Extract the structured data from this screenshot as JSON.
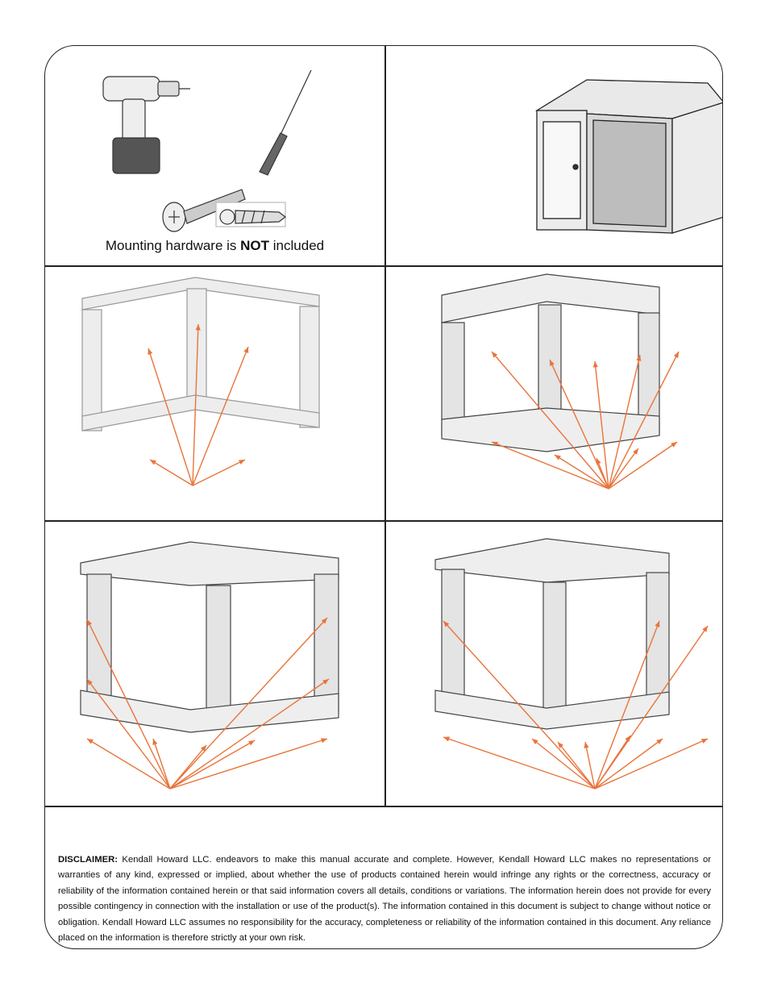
{
  "panel1": {
    "caption_prefix": "Mounting hardware is",
    "caption_emphasis": "NOT",
    "caption_suffix": "included"
  },
  "disclaimer": {
    "label": "DISCLAIMER:",
    "text": "Kendall Howard LLC. endeavors to make this manual accurate and complete. However, Kendall Howard LLC makes no representations or warranties of any kind, expressed or implied, about whether the use of products contained herein would infringe any rights or the correctness, accuracy or reliability of the information contained herein or that said information covers all details, conditions or variations. The information herein does not provide for every possible contingency in connection with the installation or use of the product(s). The information contained in this document is subject to change without notice or obligation.  Kendall Howard LLC assumes no responsibility for the accuracy, completeness or reliability of the information contained in this document.  Any reliance placed on the information is therefore strictly at your own risk."
  },
  "colors": {
    "arrow": "#e8743b",
    "line": "#222222"
  }
}
